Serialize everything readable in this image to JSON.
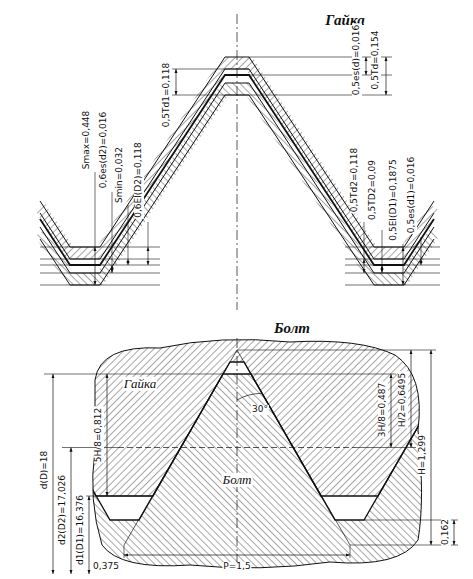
{
  "diagram": {
    "labels": [
      "Гайка",
      "Smax=0,448",
      "0,6es(d2)=0,016",
      "Smin=0,032",
      "0,6EI(D2)=0,118",
      "0,5Td1=0,118",
      "0,5es(d)=0,016",
      "0,5Td=0,154",
      "0,5Td2=0,118",
      "0,5TD2=0,09",
      "0,5EI(D1)=0,1875",
      "0,5es(d1)=0,016",
      "Болт",
      "Гайка",
      "Болт",
      "30°",
      "d(D)=18",
      "d2(D2)=17,026",
      "d1(D1)=16,376",
      "5H/8=0,812",
      "3H/8=0,487",
      "H/2=0,6495",
      "H=1,299",
      "0,162",
      "P=1,5",
      "0,375"
    ]
  }
}
